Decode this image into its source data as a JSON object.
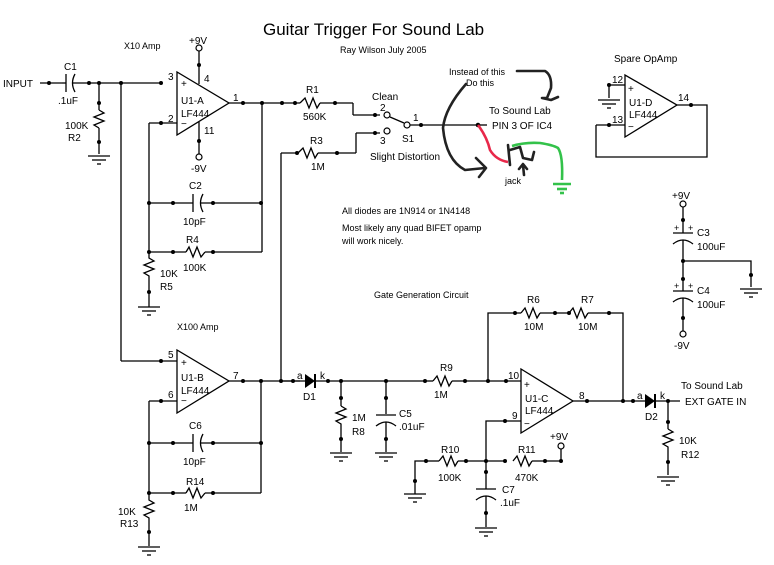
{
  "title": "Guitar Trigger For Sound Lab",
  "author": "Ray Wilson July 2005",
  "sections": {
    "x10": "X10 Amp",
    "x100": "X100 Amp",
    "gate": "Gate Generation Circuit",
    "spare": "Spare OpAmp"
  },
  "notes": [
    "All diodes are 1N914 or 1N4148",
    "Most likely any quad BIFET opamp",
    "will work nicely."
  ],
  "input_label": "INPUT",
  "rails": {
    "pos": "+9V",
    "neg": "-9V"
  },
  "opamps": {
    "u1a": {
      "ref": "U1-A",
      "part": "LF444",
      "pin_plus": "3",
      "pin_minus": "2",
      "pin_out": "1",
      "pin_vp": "4",
      "pin_vn": "11"
    },
    "u1b": {
      "ref": "U1-B",
      "part": "LF444",
      "pin_plus": "5",
      "pin_minus": "6",
      "pin_out": "7"
    },
    "u1c": {
      "ref": "U1-C",
      "part": "LF444",
      "pin_plus": "10",
      "pin_minus": "9",
      "pin_out": "8"
    },
    "u1d": {
      "ref": "U1-D",
      "part": "LF444",
      "pin_plus": "12",
      "pin_minus": "13",
      "pin_out": "14"
    }
  },
  "components": {
    "c1": {
      "ref": "C1",
      "value": ".1uF"
    },
    "r2": {
      "ref": "R2",
      "value": "100K"
    },
    "r1": {
      "ref": "R1",
      "value": "560K"
    },
    "r3": {
      "ref": "R3",
      "value": "1M"
    },
    "c2": {
      "ref": "C2",
      "value": "10pF"
    },
    "r4": {
      "ref": "R4",
      "value": "100K"
    },
    "r5": {
      "ref": "R5",
      "value": "10K"
    },
    "c6": {
      "ref": "C6",
      "value": "10pF"
    },
    "r14": {
      "ref": "R14",
      "value": "1M"
    },
    "r13": {
      "ref": "R13",
      "value": "10K"
    },
    "d1": {
      "ref": "D1",
      "anode": "a",
      "cathode": "k"
    },
    "r8": {
      "ref": "R8",
      "value": "1M"
    },
    "c5": {
      "ref": "C5",
      "value": ".01uF"
    },
    "r9": {
      "ref": "R9",
      "value": "1M"
    },
    "r6": {
      "ref": "R6",
      "value": "10M"
    },
    "r7": {
      "ref": "R7",
      "value": "10M"
    },
    "r10": {
      "ref": "R10",
      "value": "100K"
    },
    "r11": {
      "ref": "R11",
      "value": "470K"
    },
    "c7": {
      "ref": "C7",
      "value": ".1uF"
    },
    "d2": {
      "ref": "D2",
      "anode": "a",
      "cathode": "k"
    },
    "r12": {
      "ref": "R12",
      "value": "10K"
    },
    "c3": {
      "ref": "C3",
      "value": "100uF"
    },
    "c4": {
      "ref": "C4",
      "value": "100uF"
    },
    "s1": {
      "ref": "S1",
      "pos1": "1",
      "pos2": "2",
      "pos3": "3"
    }
  },
  "switch_labels": {
    "clean": "Clean",
    "distortion": "Slight Distortion"
  },
  "outputs": {
    "sound_lab_1": "To Sound Lab",
    "pin3": "PIN 3 OF IC4",
    "sound_lab_2": "To Sound Lab",
    "ext_gate": "EXT GATE IN"
  },
  "annotations": {
    "instead": "Instead of this",
    "do_this": "Do this",
    "jack": "jack"
  },
  "pin_numbers": {
    "one": "1",
    "two": "2"
  }
}
